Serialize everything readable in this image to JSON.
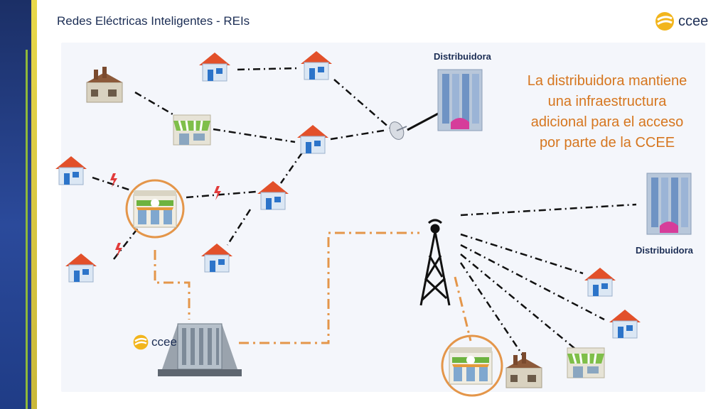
{
  "header": {
    "title": "Redes Eléctricas Inteligentes - REIs"
  },
  "brand": {
    "logo_text": "ccee",
    "color_navy": "#1c2e55",
    "color_orange": "#d6761f",
    "color_gold": "#f2b51c"
  },
  "labels": {
    "distribuidora_top": "Distribuidora",
    "distribuidora_right": "Distribuidora",
    "ccee_building": "ccee"
  },
  "callout": {
    "line1": "La distribuidora mantiene",
    "line2": "una infraestructura",
    "line3": "adicional para el acceso",
    "line4": "por parte de la CCEE"
  }
}
